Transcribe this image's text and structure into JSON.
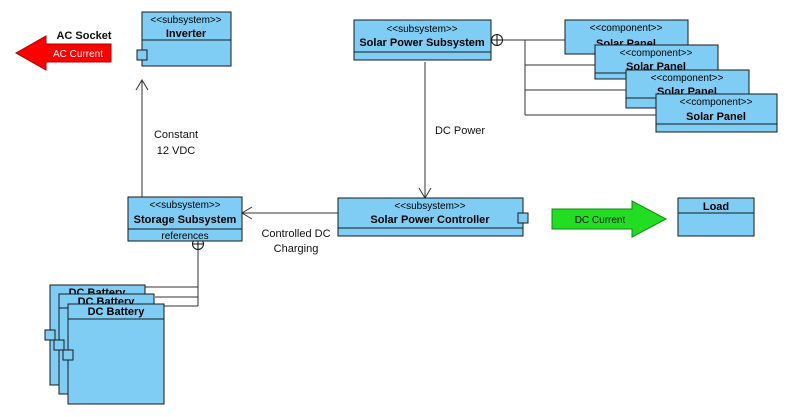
{
  "colors": {
    "box_fill": "#7fcdf5",
    "box_stroke": "#1a1a1a",
    "ac_arrow": "#ff0000",
    "dc_arrow": "#22dd22",
    "line": "#333333"
  },
  "inverter": {
    "stereotype": "<<subsystem>>",
    "name": "Inverter",
    "port_label": "AC Socket"
  },
  "ac_current": {
    "label": "AC Current"
  },
  "solar_subsystem": {
    "stereotype": "<<subsystem>>",
    "name": "Solar Power Subsystem"
  },
  "solar_panels": [
    {
      "stereotype": "<<component>>",
      "name": "Solar Panel"
    },
    {
      "stereotype": "<<component>>",
      "name": "Solar Panel"
    },
    {
      "stereotype": "<<component>>",
      "name": "Solar Panel"
    },
    {
      "stereotype": "<<component>>",
      "name": "Solar Panel"
    }
  ],
  "storage": {
    "stereotype": "<<subsystem>>",
    "name": "Storage Subsystem",
    "footer": "references"
  },
  "controller": {
    "stereotype": "<<subsystem>>",
    "name": "Solar Power Controller"
  },
  "load": {
    "name": "Load"
  },
  "dc_current": {
    "label": "DC Current"
  },
  "batteries": [
    {
      "name": "DC Battery"
    },
    {
      "name": "DC Battery"
    },
    {
      "name": "DC Battery"
    }
  ],
  "labels": {
    "dc_power": "DC Power",
    "constant_1": "Constant",
    "constant_2": "12 VDC",
    "controlled_1": "Controlled DC",
    "controlled_2": "Charging"
  }
}
